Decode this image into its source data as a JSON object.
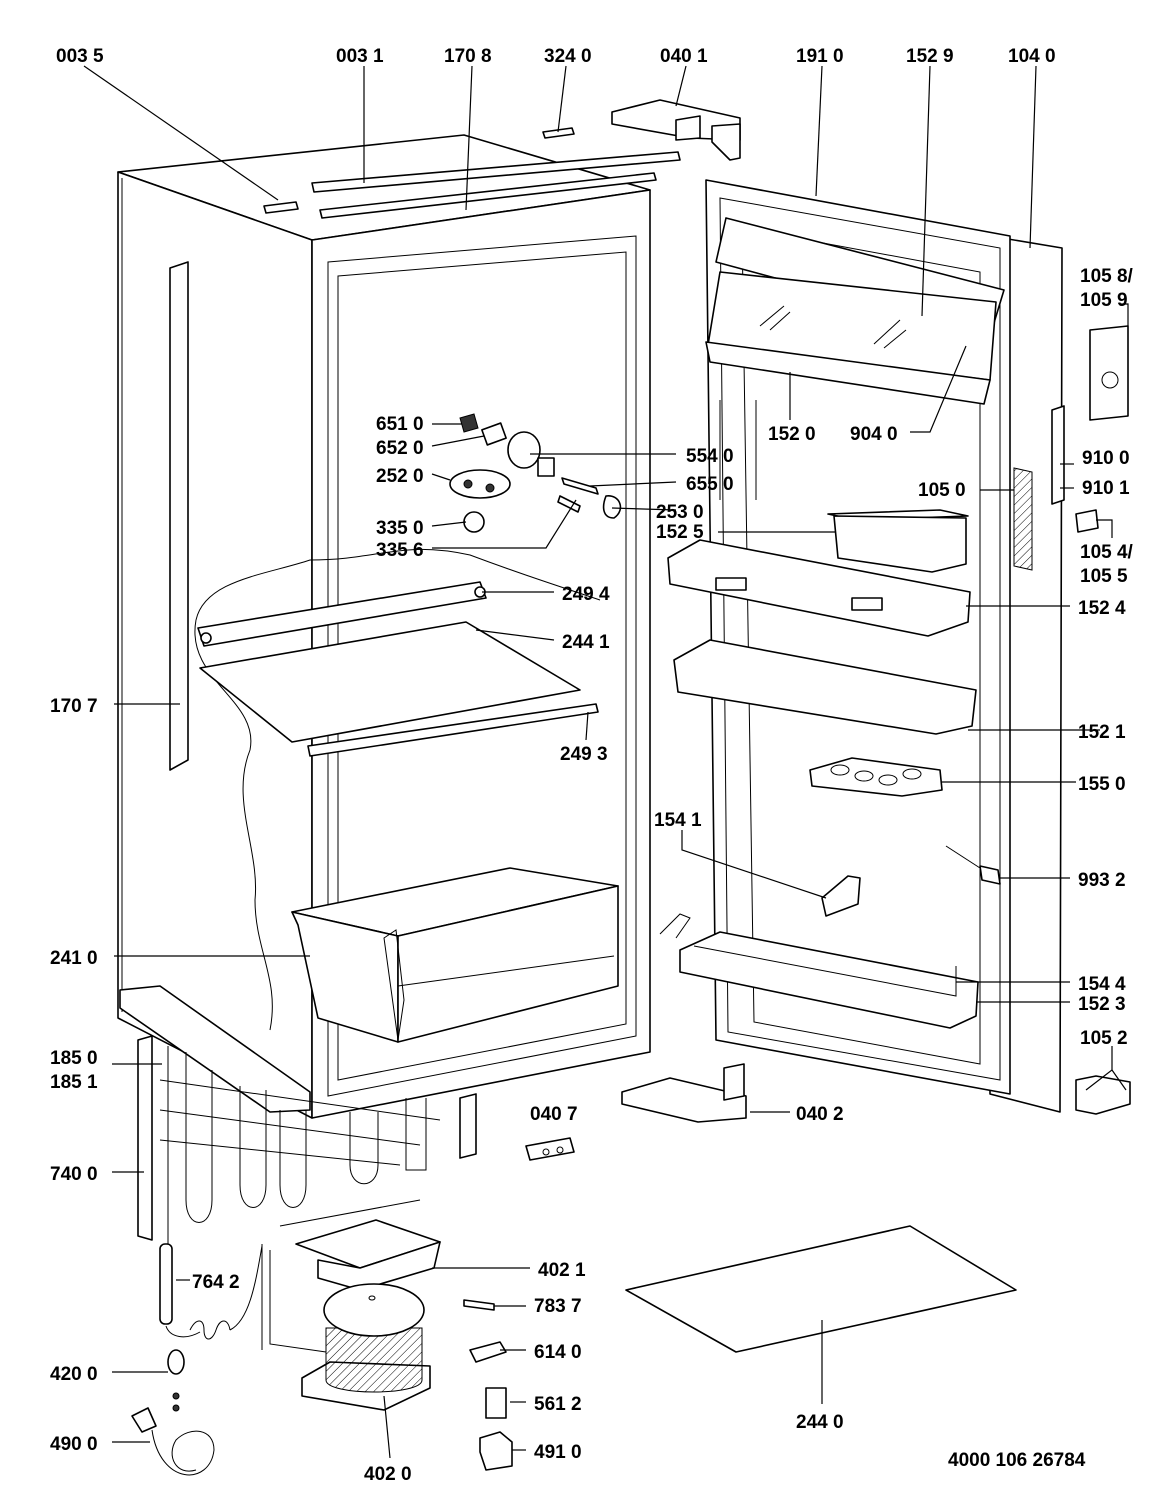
{
  "document_number": "4000 106 26784",
  "callouts": {
    "c0035": "003 5",
    "c0031": "003 1",
    "c1708": "170 8",
    "c3240": "324 0",
    "c0401": "040 1",
    "c1910": "191 0",
    "c1529": "152 9",
    "c1040": "104 0",
    "c1058": "105 8/",
    "c1059": "105 9",
    "c1520": "152 0",
    "c9040": "904 0",
    "c6510": "651 0",
    "c6520": "652 0",
    "c5540": "554 0",
    "c2520": "252 0",
    "c6550": "655 0",
    "c2530": "253 0",
    "c9100": "910 0",
    "c9101": "910 1",
    "c1050": "105 0",
    "c3350": "335 0",
    "c3356": "335 6",
    "c1525": "152 5",
    "c1054": "105 4/",
    "c1055": "105 5",
    "c2494": "249 4",
    "c1524": "152 4",
    "c2441": "244 1",
    "c1707": "170 7",
    "c2493": "249 3",
    "c1521": "152 1",
    "c1550": "155 0",
    "c1541": "154 1",
    "c9932": "993 2",
    "c2410": "241 0",
    "c1544": "154 4",
    "c1523": "152 3",
    "c1850": "185 0",
    "c1851": "185 1",
    "c1052": "105 2",
    "c0407": "040 7",
    "c0402": "040 2",
    "c7400": "740 0",
    "c7642": "764 2",
    "c4021": "402 1",
    "c7837": "783 7",
    "c6140": "614 0",
    "c4200": "420 0",
    "c5612": "561 2",
    "c4910": "491 0",
    "c4900": "490 0",
    "c4020": "402 0",
    "c2440": "244 0"
  }
}
